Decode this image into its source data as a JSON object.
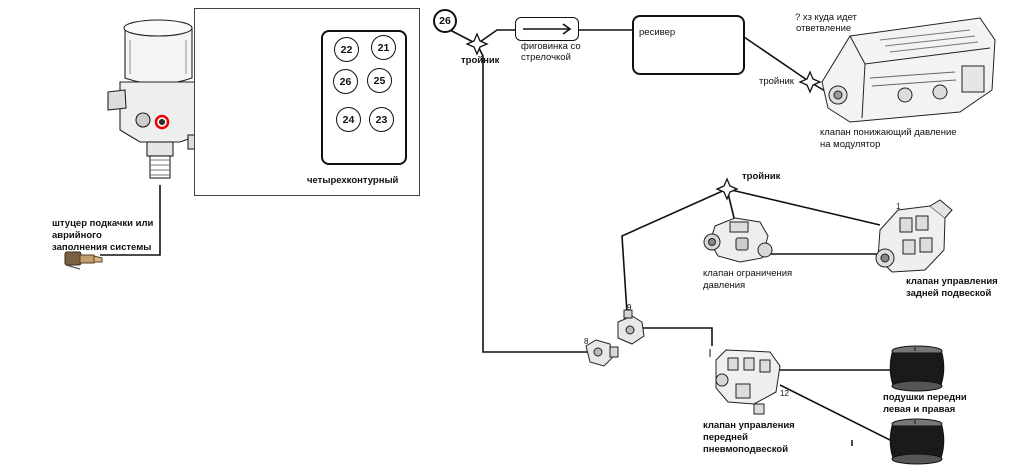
{
  "four_circuit_panel": {
    "ports": [
      "22",
      "21",
      "26",
      "25",
      "24",
      "23"
    ],
    "caption": "четырехконтурный"
  },
  "port_marker": "26",
  "labels": {
    "tee_top": "тройник",
    "fitting_line1": "фиговинка со",
    "fitting_line2": "стрелочкой",
    "receiver": "ресивер",
    "unknown_line1": "? хз куда идет",
    "unknown_line2": "ответвление",
    "tee_right": "тройник",
    "reducer_line1": "клапан понижающий давление",
    "reducer_line2": "на модулятор",
    "tee_mid": "тройник",
    "limiter_line1": "клапан ограничения",
    "limiter_line2": "давления",
    "rear_line1": "клапан управления",
    "rear_line2": "задней подвеской",
    "fill_line1": "штуцер подкачки или",
    "fill_line2": "аврийного",
    "fill_line3": "заполнения системы",
    "front_line1": "клапан управления",
    "front_line2": "передней",
    "front_line3": "пневмоподвеской",
    "bags_line1": "подушки передни",
    "bags_line2": "левая и правая",
    "num_8": "8",
    "num_9": "9",
    "num_12": "12",
    "num_1": "1"
  }
}
